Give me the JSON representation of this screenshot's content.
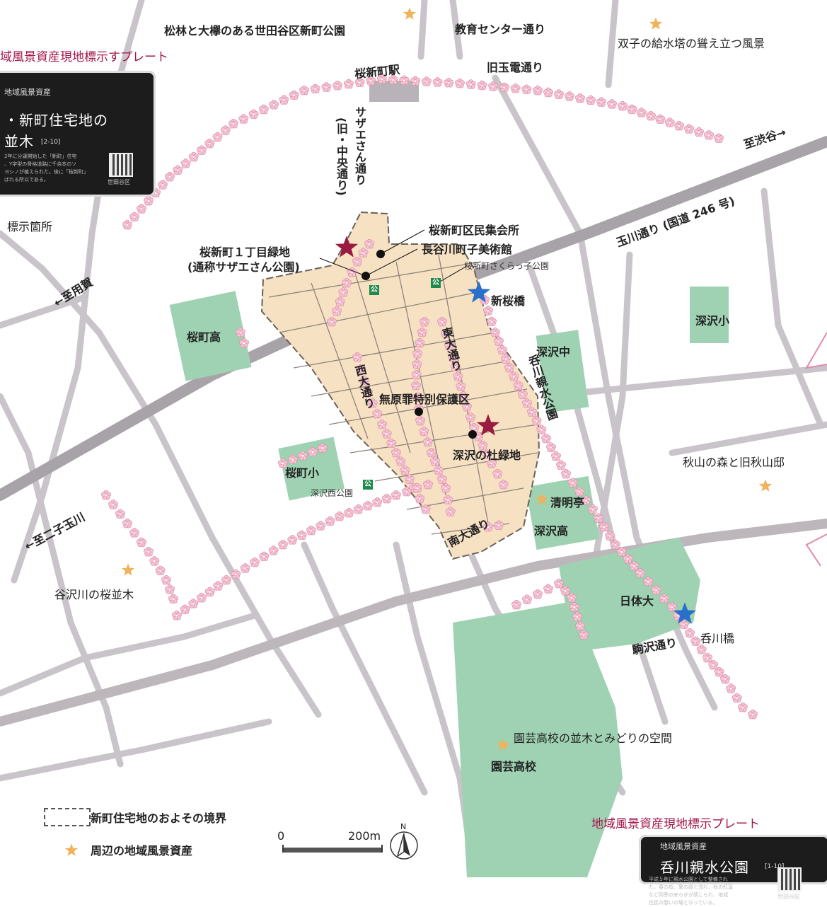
{
  "labels": {
    "hero1": "松林と大欅のある世田谷区新町公園",
    "hero2": "双子の給水塔の聳え立つ風景",
    "street_kyoiku": "教育センター通り",
    "station": "桜新町駅",
    "street_tamaden": "旧玉電通り",
    "to_shibuya": "至渋谷→",
    "to_yoga": "←至用賀",
    "to_futako": "←至二子玉川",
    "sazae_street": "サザエさん通り",
    "sazae_street_old": "(旧・中央通り)",
    "tamagawa": "玉川通り (国道 246 号)",
    "kominkan": "桜新町区民集会所",
    "museum": "長谷川町子美術館",
    "sakurakko": "桜新町さくらっ子公園",
    "ryokuchi1": "桜新町１丁目緑地",
    "ryokuchi1_alias": "(通称サザエさん公園)",
    "shinsakurabashi": "新桜橋",
    "fukasawa_sho": "深沢小",
    "sakuramachi_ko": "桜町高",
    "fukasawa_chu": "深沢中",
    "higashi_odori": "東大通り",
    "nishi_odori": "西大通り",
    "kagawa_park": "呑川親水公園",
    "muhara": "無原罪特別保護区",
    "mori_ryokuchi": "深沢の杜緑地",
    "akiyama": "秋山の森と旧秋山邸",
    "sakuramachi_sho": "桜町小",
    "fukasawa_nishi": "深沢西公園",
    "seimeitei": "清明亭",
    "fukasawa_ko": "深沢高",
    "minami_odori": "南大通り",
    "yazawa": "谷沢川の桜並木",
    "nittaidai": "日体大",
    "kagawabashi": "呑川橋",
    "komazawa": "駒沢通り",
    "engei_namiki": "園芸高校の並木とみどりの空間",
    "engei": "園芸高校",
    "hyoji_kasho": "標示箇所",
    "park_mark": "公"
  },
  "plate_titles": {
    "top": "域風景資産現地標示すプレート",
    "bottom": "地域風景資産現地標示プレート"
  },
  "plate_left": {
    "header": "地域風景資産",
    "title_line1": "・新町住宅地の",
    "title_line2": "並木",
    "code": "[2-10]",
    "body": "2年に分譲開始した「新町」住宅\n、Y字型の骨格道路に千余本のソ\nヨシノが植えられた。後に「桜新町」\nばれる所以である。",
    "ward": "世田谷区"
  },
  "plate_right": {
    "header": "地域風景資産",
    "title": "呑川親水公園",
    "code": "[1-10]",
    "body": "平成５年に親水公園として整備され\nた。春の桜、夏の緑と流れ、秋の紅葉\nなど四季の安らぎが感じられ、地域\n住民の憩いの場となっている。",
    "ward": "世田谷区"
  },
  "legend": {
    "boundary": "新町住宅地のおよその境界",
    "asset": "周辺の地域風景資産",
    "scale_zero": "0",
    "scale_max": "200m",
    "north": "N"
  },
  "colors": {
    "road": "#c9c4ca",
    "highway": "#a8a3a8",
    "area": "#f7e1c3",
    "green": "#9fd2b2",
    "sakura": "#f2b8c9",
    "star_red": "#9a1a40",
    "star_blue": "#2a6fc9",
    "star_orange": "#f0b25a",
    "plate_title": "#a3154a"
  }
}
